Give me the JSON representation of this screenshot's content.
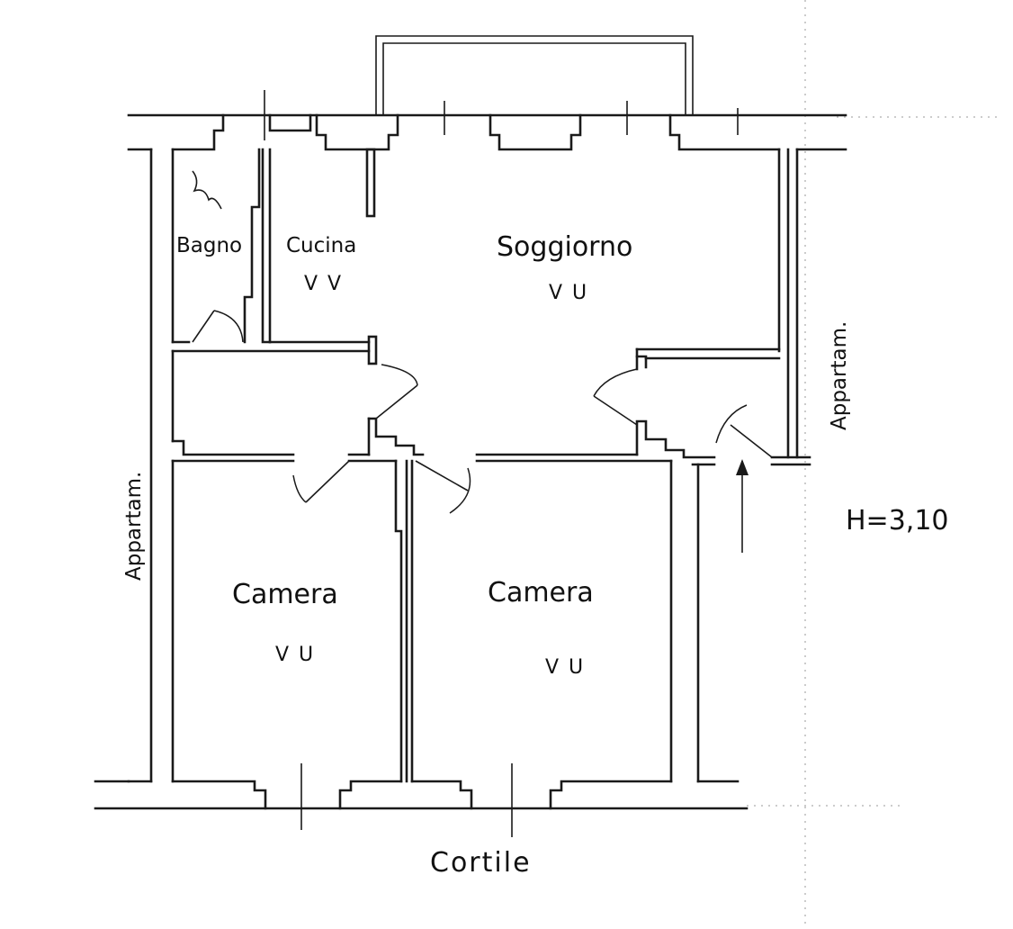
{
  "rooms": {
    "bagno": "Bagno",
    "cucina": "Cucina",
    "soggiorno": "Soggiorno",
    "camera_left": "Camera",
    "camera_right": "Camera"
  },
  "marks": {
    "cucina": "V V",
    "soggiorno": "V U",
    "camera_left": "V U",
    "camera_right": "V U"
  },
  "adjacent": {
    "left": "Appartam.",
    "right": "Appartam."
  },
  "height": "H=3,10",
  "street": "Cortile",
  "colors": {
    "ink": "#1a1a1a",
    "paper": "#ffffff"
  },
  "icons": {
    "entrance": "up-arrow-icon"
  }
}
